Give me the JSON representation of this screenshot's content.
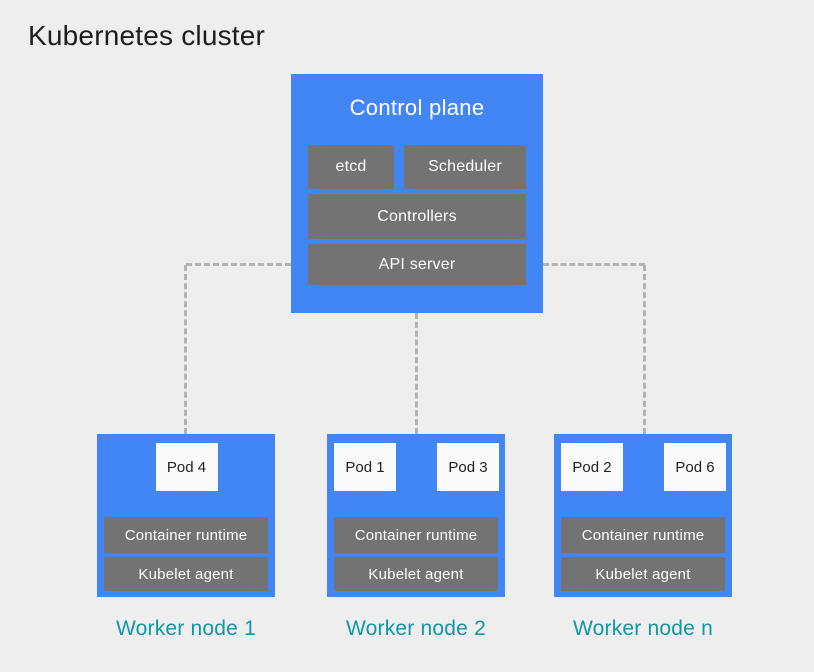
{
  "title": "Kubernetes cluster",
  "colors": {
    "background": "#eeeeee",
    "node_blue": "#4285f4",
    "box_gray": "#737373",
    "pod_white": "#fafafa",
    "teal_label": "#0f98a5",
    "dash_gray": "#b3b3b3",
    "text_dark": "#1d1d1d",
    "text_white": "#ffffff"
  },
  "control_plane": {
    "title": "Control plane",
    "components": [
      {
        "id": "etcd",
        "label": "etcd"
      },
      {
        "id": "scheduler",
        "label": "Scheduler"
      },
      {
        "id": "controllers",
        "label": "Controllers"
      },
      {
        "id": "api-server",
        "label": "API server"
      }
    ]
  },
  "worker_nodes": [
    {
      "label": "Worker node 1",
      "pods": [
        "Pod 4"
      ],
      "container_runtime": "Container runtime",
      "kubelet_agent": "Kubelet agent"
    },
    {
      "label": "Worker node 2",
      "pods": [
        "Pod 1",
        "Pod 3"
      ],
      "container_runtime": "Container runtime",
      "kubelet_agent": "Kubelet agent"
    },
    {
      "label": "Worker node n",
      "pods": [
        "Pod 2",
        "Pod 6"
      ],
      "container_runtime": "Container runtime",
      "kubelet_agent": "Kubelet agent"
    }
  ]
}
